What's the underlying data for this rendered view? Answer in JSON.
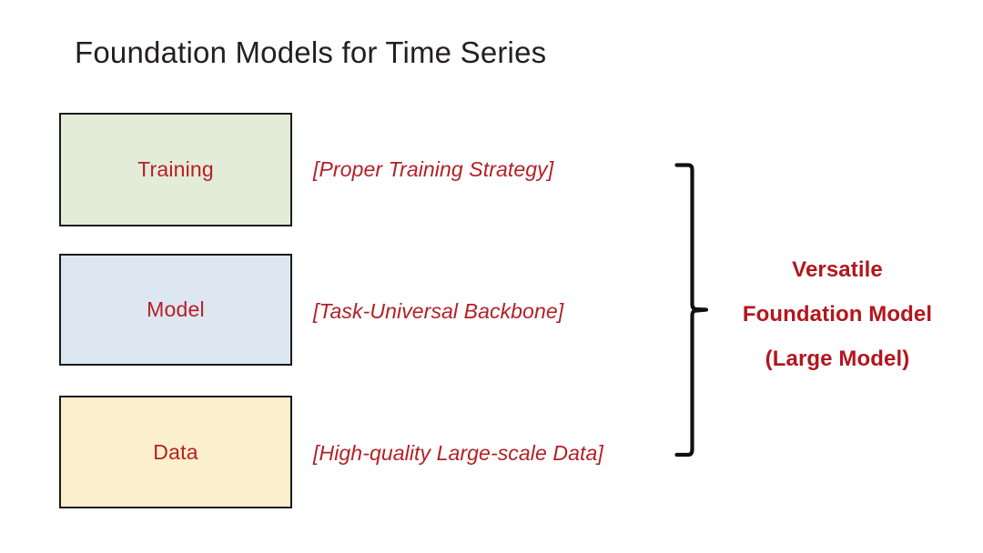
{
  "slide": {
    "title": "Foundation Models for Time Series",
    "background_color": "#ffffff",
    "title_color": "#231f20"
  },
  "pillars": [
    {
      "label": "Training",
      "note": "[Proper Training Strategy]",
      "fill_color": "#e3ecd9",
      "border_color": "#1b1b1b",
      "text_color": "#b52025"
    },
    {
      "label": "Model",
      "note": "[Task-Universal Backbone]",
      "fill_color": "#dde7f2",
      "border_color": "#1b1b1b",
      "text_color": "#b52025"
    },
    {
      "label": "Data",
      "note": "[High-quality Large-scale Data]",
      "fill_color": "#fcefcc",
      "border_color": "#1b1b1b",
      "text_color": "#b52025"
    }
  ],
  "bracket": {
    "icon": "curly-brace-right-icon",
    "color": "#111111"
  },
  "outcome": {
    "lines": [
      "Versatile",
      "Foundation Model",
      "(Large Model)"
    ],
    "text_color": "#b3161c"
  }
}
